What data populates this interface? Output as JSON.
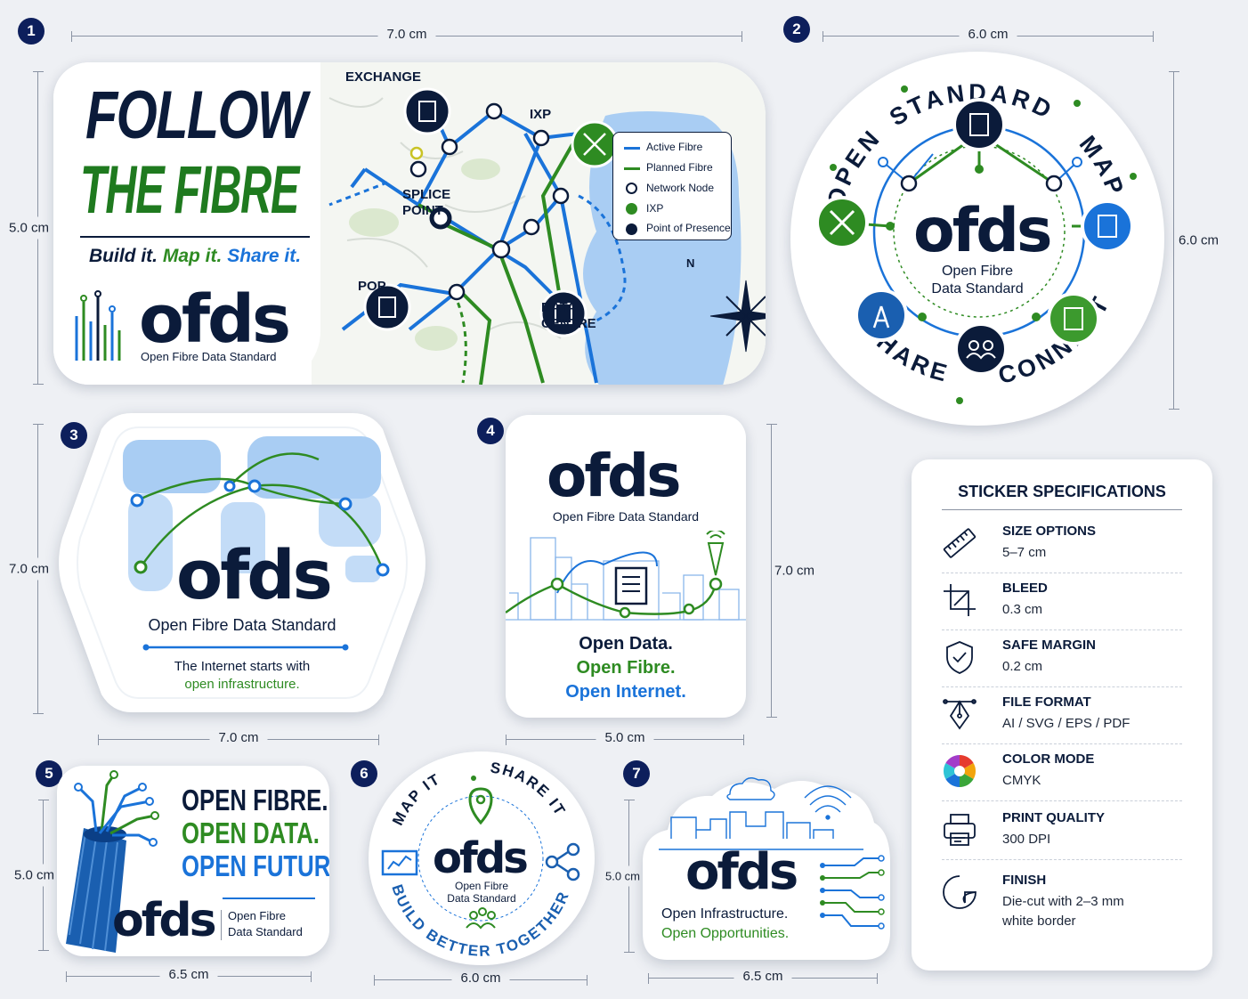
{
  "stickers": [
    {
      "number": "1",
      "width_label": "7.0 cm",
      "height_label": "5.0 cm",
      "headline1": "FOLLOW",
      "headline2": "THE FIBRE",
      "tag_build": "Build it.",
      "tag_map": "Map it.",
      "tag_share": "Share it.",
      "logo": "ofds",
      "logo_sub": "Open Fibre Data Standard",
      "map_labels": {
        "exchange": "EXCHANGE",
        "ixp": "IXP",
        "splice1": "SPLICE",
        "splice2": "POINT",
        "pop": "POP",
        "dc1": "DATA",
        "dc2": "CENTRE",
        "north": "N"
      },
      "legend": [
        "Active Fibre",
        "Planned Fibre",
        "Network Node",
        "IXP",
        "Point of Presence"
      ]
    },
    {
      "number": "2",
      "width_label": "6.0 cm",
      "height_label": "6.0 cm",
      "ring_words": [
        "OPEN",
        "STANDARD",
        "MAP",
        "SHARE",
        "CONNECT"
      ],
      "logo": "ofds",
      "logo_sub1": "Open Fibre",
      "logo_sub2": "Data Standard"
    },
    {
      "number": "3",
      "width_label": "7.0 cm",
      "height_label": "7.0 cm",
      "logo": "ofds",
      "logo_sub": "Open Fibre Data Standard",
      "line1": "The Internet starts with",
      "line2": "open infrastructure."
    },
    {
      "number": "4",
      "width_label": "5.0 cm",
      "height_label": "7.0 cm",
      "logo": "ofds",
      "logo_sub": "Open Fibre Data Standard",
      "line1": "Open Data.",
      "line2": "Open Fibre.",
      "line3": "Open Internet."
    },
    {
      "number": "5",
      "width_label": "6.5 cm",
      "height_label": "5.0 cm",
      "line1": "OPEN FIBRE.",
      "line2": "OPEN DATA.",
      "line3": "OPEN FUTURE.",
      "logo": "ofds",
      "logo_sub1": "Open Fibre",
      "logo_sub2": "Data Standard"
    },
    {
      "number": "6",
      "width_label": "6.0 cm",
      "arc_top1": "MAP IT",
      "arc_top2": "SHARE IT",
      "arc_bottom": "BUILD BETTER TOGETHER",
      "logo": "ofds",
      "logo_sub1": "Open Fibre",
      "logo_sub2": "Data Standard"
    },
    {
      "number": "7",
      "width_label": "6.5 cm",
      "height_label": "5.0 cm",
      "logo": "ofds",
      "line1": "Open Infrastructure.",
      "line2": "Open Opportunities."
    }
  ],
  "specs": {
    "title": "STICKER SPECIFICATIONS",
    "items": [
      {
        "label": "SIZE OPTIONS",
        "value": "5–7 cm",
        "icon": "ruler-icon"
      },
      {
        "label": "BLEED",
        "value": "0.3 cm",
        "icon": "crop-icon"
      },
      {
        "label": "SAFE MARGIN",
        "value": "0.2 cm",
        "icon": "shield-check-icon"
      },
      {
        "label": "FILE FORMAT",
        "value": "AI / SVG / EPS / PDF",
        "icon": "pen-tool-icon"
      },
      {
        "label": "COLOR MODE",
        "value": "CMYK",
        "icon": "color-wheel-icon"
      },
      {
        "label": "PRINT QUALITY",
        "value": "300 DPI",
        "icon": "printer-icon"
      },
      {
        "label": "FINISH",
        "value": "Die-cut with 2–3 mm",
        "value2": "white border",
        "icon": "die-cut-icon"
      }
    ]
  },
  "colors": {
    "navy": "#0b1b3a",
    "green": "#2e8b22",
    "blue": "#1a73d9",
    "light_blue": "#a9cdf3",
    "badge": "#0d1f5c"
  }
}
